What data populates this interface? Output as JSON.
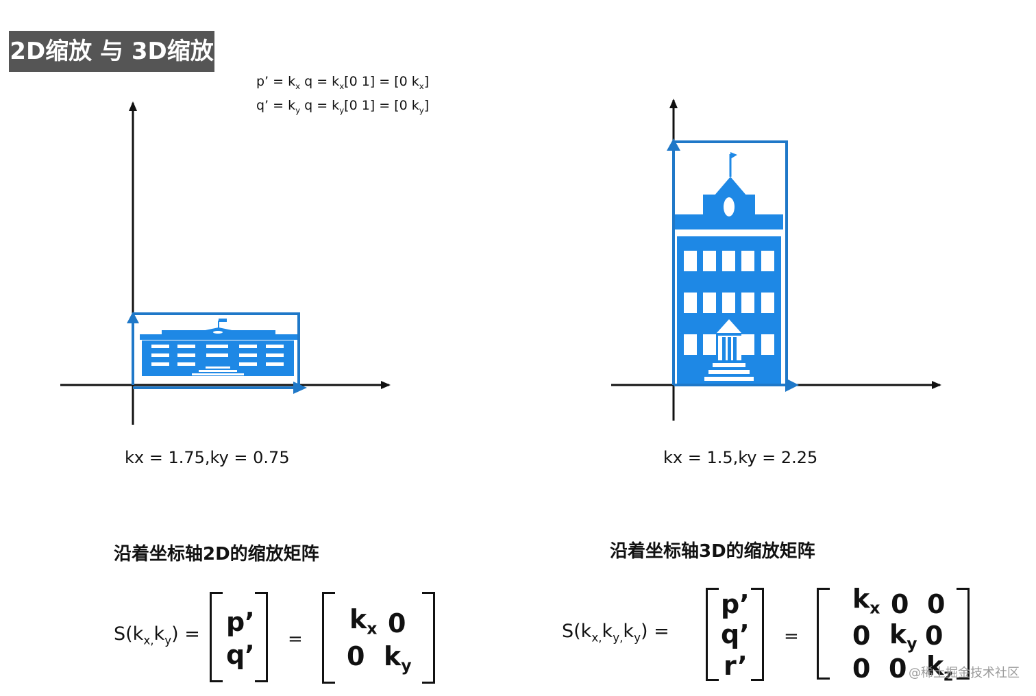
{
  "title": "2D缩放 与 3D缩放",
  "formula": {
    "p": {
      "a": "p’ = k",
      "sa": "x",
      "b": " q = k",
      "sb": "x",
      "c": "[0 1] = [0 k",
      "sc": "x",
      "d": "]"
    },
    "q": {
      "a": "q’ = k",
      "sa": "y",
      "b": " q = k",
      "sb": "y",
      "c": "[0 1] = [0 k",
      "sc": "y",
      "d": "]"
    }
  },
  "left_params": "kx = 1.75,ky = 0.75",
  "right_params": "kx = 1.5,ky = 2.25",
  "heading_2d": "沿着坐标轴2D的缩放矩阵",
  "heading_3d": "沿着坐标轴3D的缩放矩阵",
  "matrix2d": {
    "lhs": {
      "a": "S(k",
      "s1": "x,",
      "b": "k",
      "s2": "y",
      "c": ") ="
    },
    "vector": [
      "p’",
      "q’"
    ],
    "equals": "=",
    "cells": [
      {
        "t": "k",
        "s": "x"
      },
      {
        "t": "0",
        "s": ""
      },
      {
        "t": "0",
        "s": ""
      },
      {
        "t": "k",
        "s": "y"
      }
    ]
  },
  "matrix3d": {
    "lhs": {
      "a": "S(k",
      "s1": "x,",
      "b": "k",
      "s2": "y,",
      "c": "k",
      "s3": "y",
      "d": ") ="
    },
    "vector": [
      "p’",
      "q’",
      "r’"
    ],
    "equals": "=",
    "cells": [
      {
        "t": "k",
        "s": "x"
      },
      {
        "t": "0",
        "s": ""
      },
      {
        "t": "0",
        "s": ""
      },
      {
        "t": "0",
        "s": ""
      },
      {
        "t": "k",
        "s": "y"
      },
      {
        "t": "0",
        "s": ""
      },
      {
        "t": "0",
        "s": ""
      },
      {
        "t": "0",
        "s": ""
      },
      {
        "t": "k",
        "s": "z"
      }
    ]
  },
  "watermark": "@稀土掘金技术社区",
  "colors": {
    "accent": "#1e88e5",
    "frame": "#1f78c8",
    "axis": "#111111",
    "title_bg": "#555555"
  }
}
